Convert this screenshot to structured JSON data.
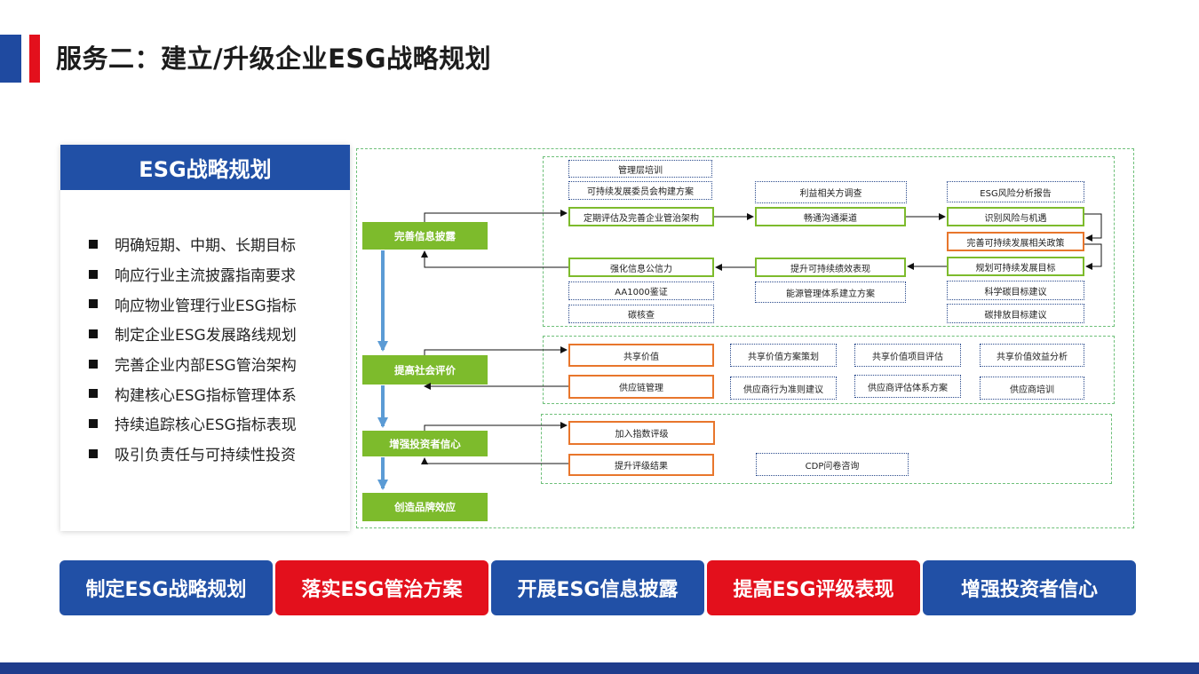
{
  "title": "服务二：建立/升级企业ESG战略规划",
  "left_panel": {
    "header": "ESG战略规划",
    "items": [
      "明确短期、中期、长期目标",
      "响应行业主流披露指南要求",
      "响应物业管理行业ESG指标",
      "制定企业ESG发展路线规划",
      "完善企业内部ESG管治架构",
      "构建核心ESG指标管理体系",
      "持续追踪核心ESG指标表现",
      "吸引负责任与可持续性投资"
    ]
  },
  "stages": [
    "完善信息披露",
    "提高社会评价",
    "增强投资者信心",
    "创造品牌效应"
  ],
  "disclosure": {
    "col1": [
      "管理层培训",
      "可持续发展委员会构建方案",
      "定期评估及完善企业管治架构",
      "强化信息公信力",
      "AA1000鉴证",
      "碳核查"
    ],
    "col2": [
      "利益相关方调查",
      "畅通沟通渠道",
      "提升可持续绩效表现",
      "能源管理体系建立方案"
    ],
    "col3": [
      "ESG风险分析报告",
      "识别风险与机遇",
      "完善可持续发展相关政策",
      "规划可持续发展目标",
      "科学碳目标建议",
      "碳排放目标建议"
    ]
  },
  "social": {
    "row1": [
      "共享价值",
      "共享价值方案策划",
      "共享价值项目评估",
      "共享价值效益分析"
    ],
    "row2": [
      "供应链管理",
      "供应商行为准则建议",
      "供应商评估体系方案",
      "供应商培训"
    ]
  },
  "investor": [
    "加入指数评级",
    "提升评级结果",
    "CDP问卷咨询"
  ],
  "bottom_buttons": [
    "制定ESG战略规划",
    "落实ESG管治方案",
    "开展ESG信息披露",
    "提高ESG评级表现",
    "增强投资者信心"
  ],
  "colors": {
    "blue": "#2150a6",
    "red": "#e3101c",
    "green": "#7dbb2c",
    "orange": "#e8762c",
    "arrow_blue": "#5b9bd5"
  }
}
